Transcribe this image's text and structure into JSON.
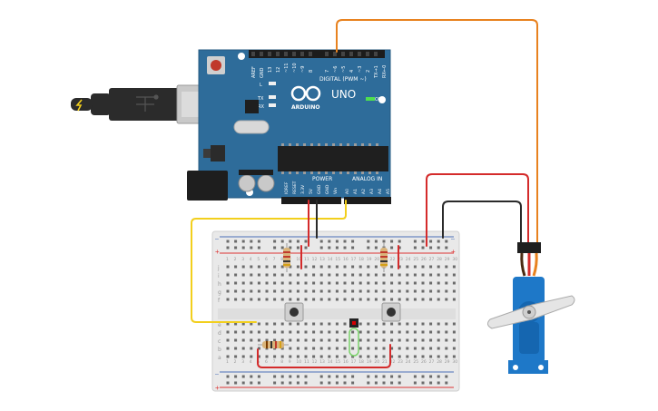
{
  "board": {
    "brand": "ARDUINO",
    "model": "UNO",
    "digital_label": "DIGITAL (PWM ~)",
    "power_label": "POWER",
    "analog_label": "ANALOG IN",
    "on_label": "ON",
    "tx_label": "TX",
    "rx_label": "RX",
    "l_label": "L",
    "digital_pins": [
      "AREF",
      "GND",
      "13",
      "12",
      "~11",
      "~10",
      "~9",
      "8",
      "7",
      "~6",
      "~5",
      "4",
      "~3",
      "2",
      "TX→1",
      "RX←0"
    ],
    "power_pins": [
      "IOREF",
      "RESET",
      "3.3V",
      "5V",
      "GND",
      "GND",
      "Vin"
    ],
    "analog_pins": [
      "A0",
      "A1",
      "A2",
      "A3",
      "A4",
      "A5"
    ]
  },
  "breadboard": {
    "row_letters_top": [
      "j",
      "i",
      "h",
      "g",
      "f"
    ],
    "row_letters_bottom": [
      "e",
      "d",
      "c",
      "b",
      "a"
    ],
    "column_numbers": [
      "1",
      "2",
      "3",
      "4",
      "5",
      "6",
      "7",
      "8",
      "9",
      "10",
      "11",
      "12",
      "13",
      "14",
      "15",
      "16",
      "17",
      "18",
      "19",
      "20",
      "21",
      "22",
      "23",
      "24",
      "25",
      "26",
      "27",
      "28",
      "29",
      "30"
    ]
  },
  "colors": {
    "board_blue": "#2e6c9a",
    "wire_red": "#d42b2b",
    "wire_black": "#2a2a2a",
    "wire_orange": "#e8821f",
    "wire_yellow": "#f2cf1d",
    "servo_blue": "#1e78c8",
    "led_red": "#d40000"
  },
  "icons": {
    "usb": "usb-cable-icon",
    "servo": "servo-motor-icon",
    "button": "pushbutton-icon"
  }
}
